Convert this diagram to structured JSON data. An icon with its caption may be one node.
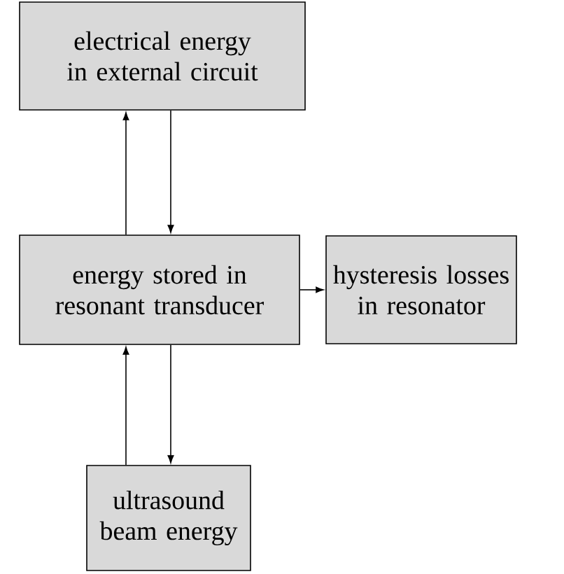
{
  "diagram": {
    "nodes": [
      {
        "text": [
          "electrical energy in external circuit"
        ]
      },
      {
        "text": [
          "energy stored in resonant transducer"
        ]
      },
      {
        "text": [
          "hysteresis losses in resonator"
        ]
      },
      {
        "text": [
          "ultrasound beam energy"
        ]
      }
    ],
    "edges": [
      {
        "from": 1,
        "to": 0,
        "arrow": "to"
      },
      {
        "from": 0,
        "to": 1,
        "arrow": "to"
      },
      {
        "from": 1,
        "to": 2,
        "arrow": "to"
      },
      {
        "from": 3,
        "to": 1,
        "arrow": "to"
      },
      {
        "from": 1,
        "to": 3,
        "arrow": "to"
      }
    ]
  }
}
